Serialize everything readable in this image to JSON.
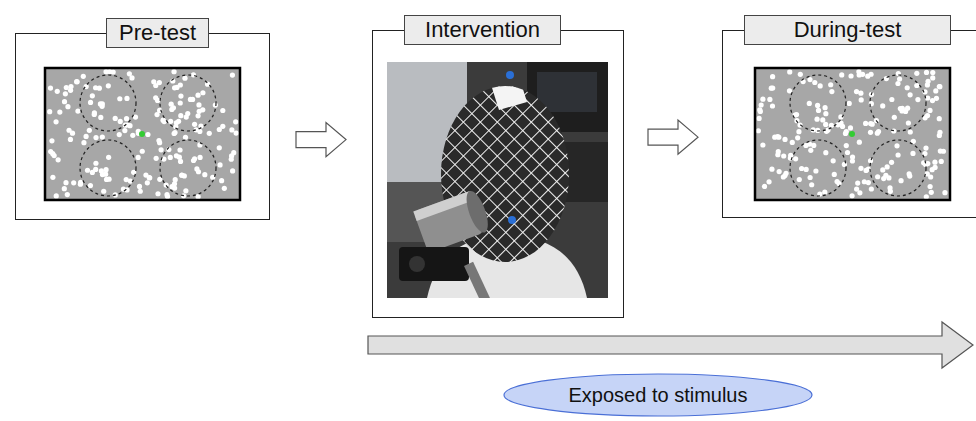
{
  "diagram": {
    "nodes": [
      {
        "text": [
          "Pre-test"
        ]
      },
      {
        "text": [
          "Intervention"
        ]
      },
      {
        "text": [
          "During-test"
        ]
      },
      {
        "text": [
          "Exposed to stimulus"
        ]
      }
    ],
    "edges": [
      {
        "from": 0,
        "to": 1,
        "arrow": "to"
      },
      {
        "from": 1,
        "to": 2,
        "arrow": "to"
      }
    ]
  }
}
